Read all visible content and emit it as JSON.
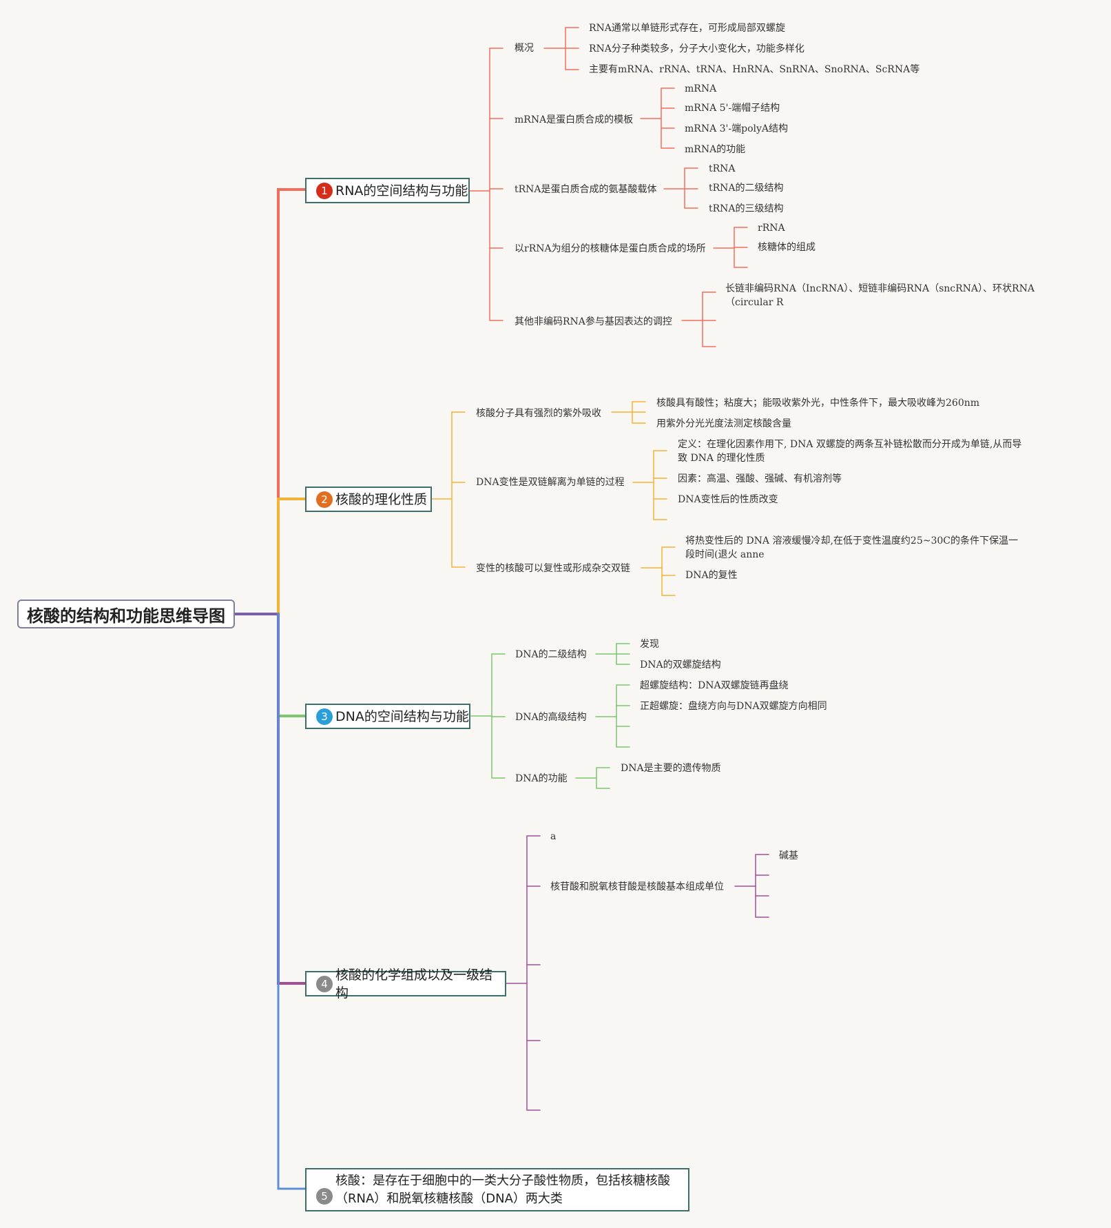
{
  "root": {
    "title": "核酸的结构和功能思维导图"
  },
  "colors": {
    "rna": "#f26d5b",
    "prop": "#f5b335",
    "dna": "#7dc56e",
    "chem": "#a34d95",
    "chem_trunk": "#7a5db5",
    "def": "#5b8fd8",
    "num1": "#d62c1a",
    "num2": "#e07020",
    "num3": "#2a9ed8",
    "num4": "#8a8a8a",
    "num5": "#8a8a8a"
  },
  "branches": {
    "b1": {
      "num": "1",
      "title": "RNA的空间结构与功能",
      "c1": {
        "label": "概况",
        "items": [
          "RNA通常以单链形式存在，可形成局部双螺旋",
          "RNA分子种类较多，分子大小变化大，功能多样化",
          "主要有mRNA、rRNA、tRNA、HnRNA、SnRNA、SnoRNA、ScRNA等"
        ]
      },
      "c2": {
        "label": "mRNA是蛋白质合成的模板",
        "items": [
          "mRNA",
          "mRNA 5'-端帽子结构",
          "mRNA 3'-端polyA结构",
          "mRNA的功能"
        ]
      },
      "c3": {
        "label": "tRNA是蛋白质合成的氨基酸载体",
        "items": [
          "tRNA",
          "tRNA的二级结构",
          "tRNA的三级结构"
        ]
      },
      "c4": {
        "label": "以rRNA为组分的核糖体是蛋白质合成的场所",
        "items": [
          "rRNA",
          "核糖体的组成"
        ]
      },
      "c5": {
        "label": "其他非编码RNA参与基因表达的调控",
        "items": [
          "长链非编码RNA（IncRNA）、短链非编码RNA（sncRNA）、环状RNA（circular R"
        ]
      }
    },
    "b2": {
      "num": "2",
      "title": "核酸的理化性质",
      "c1": {
        "label": "核酸分子具有强烈的紫外吸收",
        "items": [
          "核酸具有酸性；粘度大；能吸收紫外光，中性条件下，最大吸收峰为260nm",
          "用紫外分光光度法测定核酸含量"
        ]
      },
      "c2": {
        "label": "DNA变性是双链解离为单链的过程",
        "items": [
          "定义：在理化因素作用下, DNA 双螺旋的两条互补链松散而分开成为单链,从而导致 DNA 的理化性质",
          "因素：高温、强酸、强碱、有机溶剂等",
          "DNA变性后的性质改变"
        ]
      },
      "c3": {
        "label": "变性的核酸可以复性或形成杂交双链",
        "items": [
          "将热变性后的 DNA 溶液缓慢冷却,在低于变性温度约25~30C的条件下保温一段时间(退火 anne",
          "DNA的复性"
        ]
      }
    },
    "b3": {
      "num": "3",
      "title": "DNA的空间结构与功能",
      "c1": {
        "label": "DNA的二级结构",
        "items": [
          "发现",
          "DNA的双螺旋结构"
        ]
      },
      "c2": {
        "label": "DNA的高级结构",
        "items": [
          "超螺旋结构：DNA双螺旋链再盘绕",
          "正超螺旋：盘绕方向与DNA双螺旋方向相同"
        ]
      },
      "c3": {
        "label": "DNA的功能",
        "items": [
          "DNA是主要的遗传物质"
        ]
      }
    },
    "b4": {
      "num": "4",
      "title": "核酸的化学组成以及一级结构",
      "c0": {
        "label": "a"
      },
      "c1": {
        "label": "核苷酸和脱氧核苷酸是核酸基本组成单位",
        "items": [
          "碱基"
        ]
      }
    },
    "b5": {
      "num": "5",
      "title": "核酸：是存在于细胞中的一类大分子酸性物质，包括核糖核酸（RNA）和脱氧核糖核酸（DNA）两大类"
    }
  }
}
